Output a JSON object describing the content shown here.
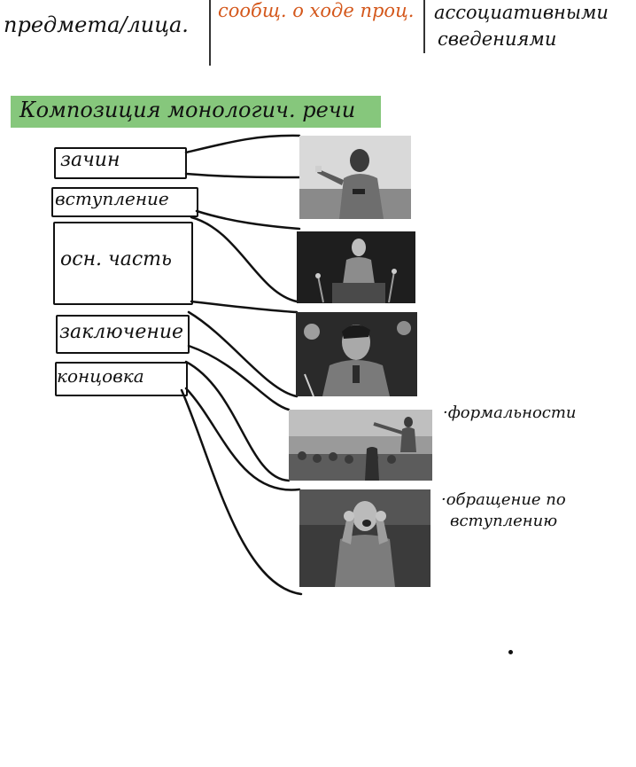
{
  "top_notes": {
    "col1": "предмета/лица.",
    "col2": "сообщ. о ходе проц.",
    "col3_line1": "ассоциативными",
    "col3_line2": "сведениями"
  },
  "colors": {
    "highlight": "#86c77c",
    "col2_text": "#d4581c",
    "ink": "#111111"
  },
  "diagram": {
    "title": "Композиция монологич. речи",
    "boxes": [
      {
        "label": "зачин"
      },
      {
        "label": "вступление"
      },
      {
        "label": "осн. часть"
      },
      {
        "label": "заключение"
      },
      {
        "label": "концовка"
      }
    ],
    "photos": [
      {
        "icon": "speaker-photo-pointing"
      },
      {
        "icon": "speaker-photo-podium"
      },
      {
        "icon": "speaker-photo-closeup"
      },
      {
        "icon": "speaker-photo-crowd-salute"
      },
      {
        "icon": "speaker-photo-shouting"
      }
    ],
    "notes": {
      "formality": "·формальности",
      "clarification_line1": "·обращение по",
      "clarification_line2": "вступлению"
    }
  }
}
